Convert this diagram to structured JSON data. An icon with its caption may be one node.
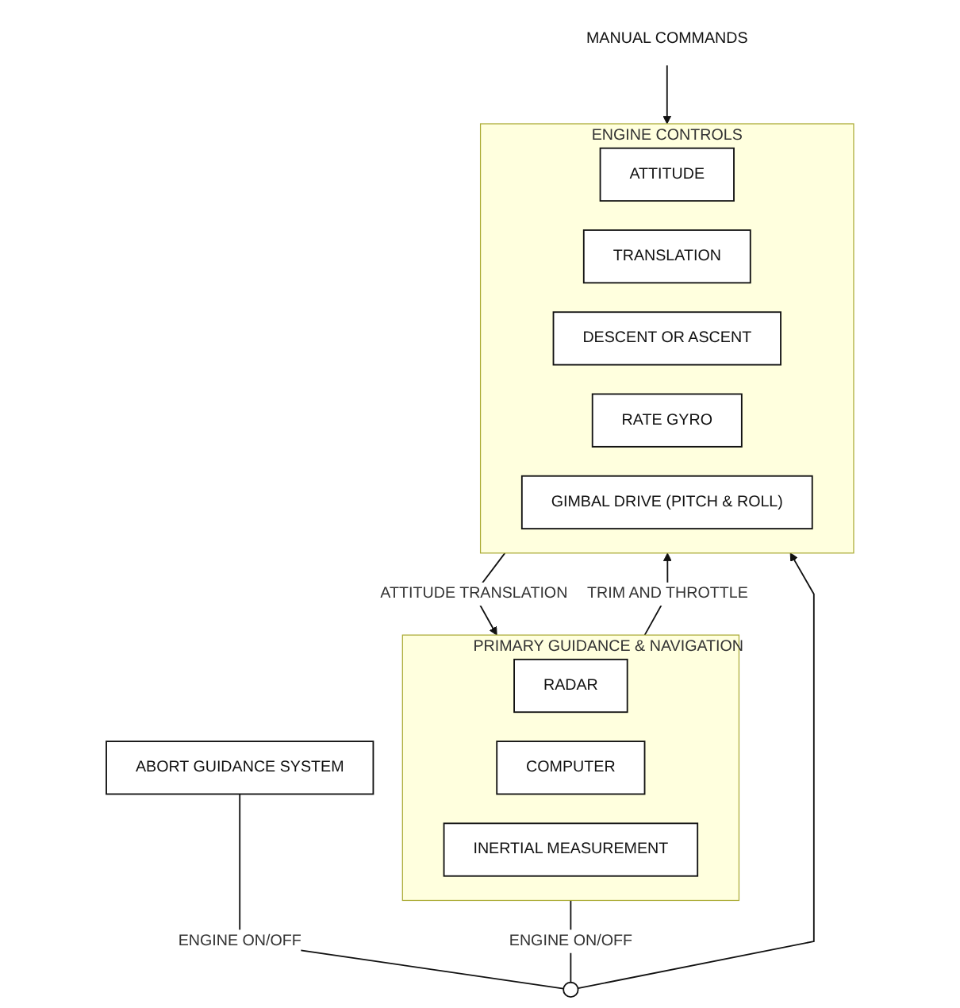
{
  "diagram": {
    "nodes": [
      {
        "text": [
          "PRIMARY GUIDANCE & NAVIGATION"
        ]
      },
      {
        "text": [
          "RADAR"
        ],
        "in": 0
      },
      {
        "text": [
          "COMPUTER"
        ],
        "in": 0
      },
      {
        "text": [
          "INERTIAL MEASUREMENT"
        ],
        "in": 0
      },
      {
        "text": [
          "ENGINE CONTROLS"
        ]
      },
      {
        "text": [
          "ATTITUDE"
        ],
        "in": 4
      },
      {
        "text": [
          "TRANSLATION"
        ],
        "in": 4
      },
      {
        "text": [
          "DESCENT OR ASCENT"
        ],
        "in": 4
      },
      {
        "text": [
          "RATE GYRO"
        ],
        "in": 4
      },
      {
        "text": [
          "GIMBAL DRIVE (PITCH & ROLL)"
        ],
        "in": 4
      },
      {
        "text": [
          "ABORT GUIDANCE SYSTEM"
        ]
      },
      {
        "text": [],
        "shape": "circle"
      },
      {
        "text": [
          "MANUAL COMMANDS"
        ]
      }
    ],
    "edges": [
      {
        "from": 0,
        "to": 4,
        "label": "TRIM AND THROTTLE",
        "arrow": "to"
      },
      {
        "from": 4,
        "to": 0,
        "label": "ATTITUDE TRANSLATION",
        "arrow": "to"
      },
      {
        "from": 0,
        "to": 11,
        "label": "ENGINE ON/OFF",
        "arrow": "none"
      },
      {
        "from": 10,
        "to": 11,
        "label": "ENGINE ON/OFF",
        "arrow": "none"
      },
      {
        "from": 11,
        "to": 4,
        "arrow": "to"
      },
      {
        "from": 12,
        "to": 4,
        "arrow": "to"
      }
    ]
  }
}
